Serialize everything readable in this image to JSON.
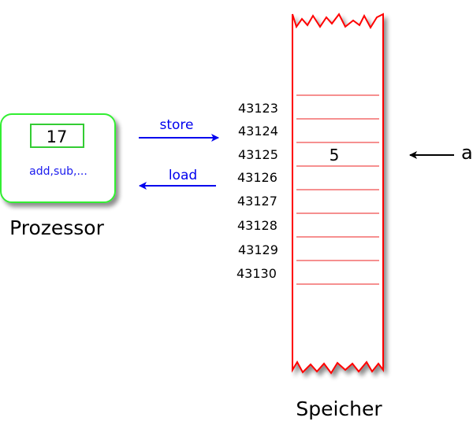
{
  "processor": {
    "register_value": "17",
    "operations": "add,sub,...",
    "label": "Prozessor"
  },
  "arrows": {
    "store_label": "store",
    "load_label": "load"
  },
  "memory": {
    "label": "Speicher",
    "addresses": [
      "43123",
      "43124",
      "43125",
      "43126",
      "43127",
      "43128",
      "43129",
      "43130"
    ],
    "highlighted_value": "5",
    "pointer_label": "a"
  },
  "colors": {
    "processor_border": "#33ee33",
    "register_border": "#33cc33",
    "memory_border": "#ff0000",
    "arrow_blue": "#0000ee",
    "op_text": "#1a1aee"
  }
}
